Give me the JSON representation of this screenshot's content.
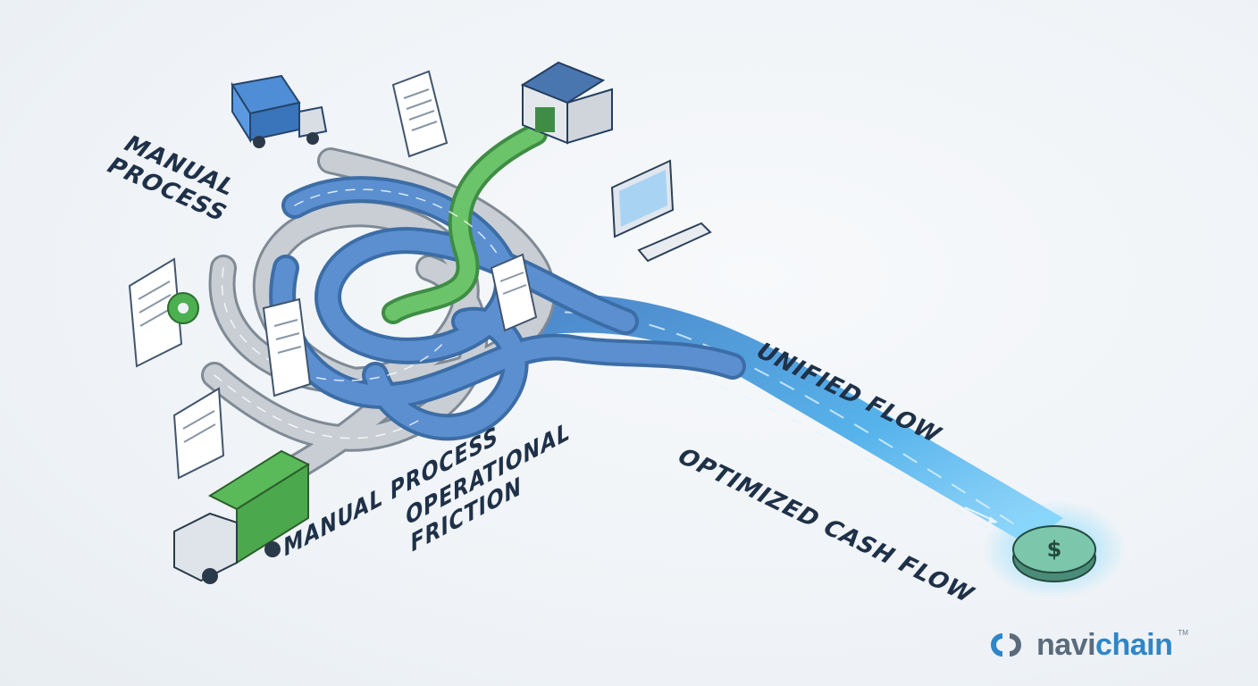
{
  "labels": {
    "manual_process_top": "MANUAL\nPROCESS",
    "manual_process_bottom": "MANUAL PROCESS",
    "operational_friction": "OPERATIONAL\nFRICTION",
    "unified_flow": "UNIFIED FLOW",
    "optimized_cash_flow": "OPTIMIZED CASH FLOW"
  },
  "logo": {
    "text_part1": "navi",
    "text_part2": "chain",
    "trademark": "TM"
  },
  "icons": [
    "truck-icon",
    "document-icon",
    "warehouse-icon",
    "computer-icon",
    "gear-icon",
    "coin-icon"
  ],
  "colors": {
    "background": "#eef2f6",
    "blue_road": "#3c78c2",
    "gray_road": "#9aa4ae",
    "green_road": "#5ab45a",
    "text": "#1f3148",
    "logo_blue": "#2f86c6"
  }
}
